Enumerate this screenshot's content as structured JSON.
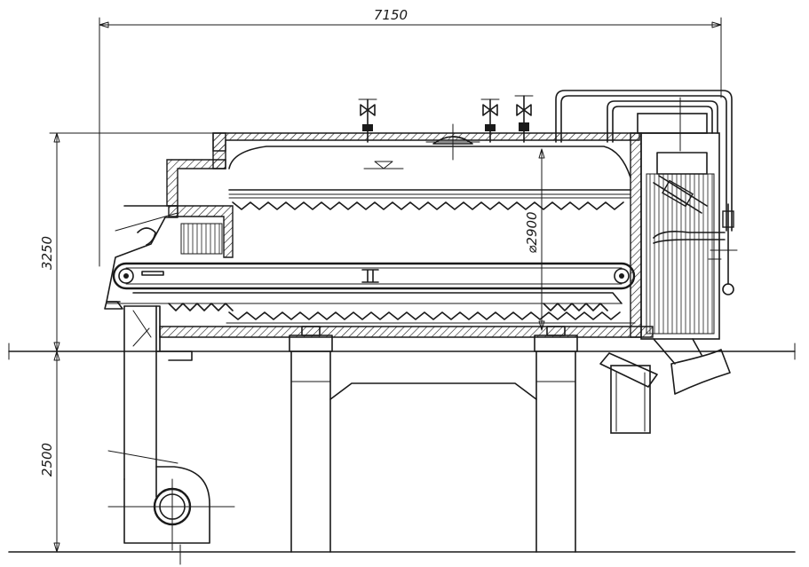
{
  "drawing": {
    "dim_overall_length": "7150",
    "dim_upper_height": "3250",
    "dim_lower_height": "2500",
    "dim_diameter": "⌀2900",
    "line_color": "#1a1a1a",
    "paper_color": "#ffffff"
  }
}
